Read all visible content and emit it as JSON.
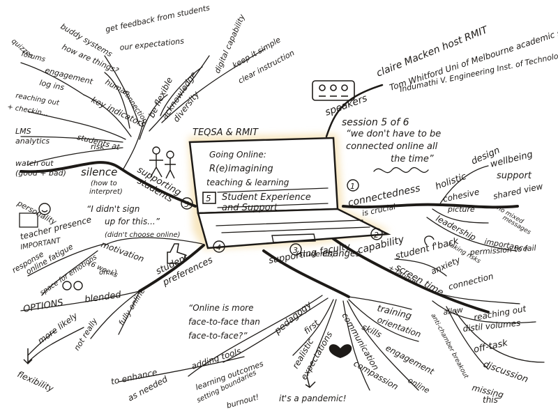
{
  "center": {
    "header": "TEQSA & RMIT",
    "line1": "Going Online:",
    "line2": "R(e)imagining",
    "line3": "teaching & learning",
    "session_number": "5",
    "topic_line1": "Student Experience",
    "topic_line2": "and Support"
  },
  "session": "session 5 of 6",
  "speakers": {
    "label": "speakers",
    "people": [
      "claire Macken host RMIT",
      "Tom Whitford Uni of Melbourne academic specialist",
      "Indumathi V. Engineering Inst. of Technology deputy dean"
    ]
  },
  "quotes": {
    "connected": [
      "“we don't have to be",
      "connected online all",
      "the time”"
    ],
    "didnt_sign": [
      "“I didn't sign",
      "up for this...”",
      "(didn't choose online)"
    ],
    "online_more": [
      "“Online is more",
      "face-to-face than",
      "face-to-face?”"
    ]
  },
  "branches": {
    "connectedness": {
      "number": "1",
      "label": "connectedness",
      "sublabel": "is crucial",
      "items": [
        "holistic",
        "design",
        "wellbeing",
        "support",
        "cohesive",
        "picture",
        "shared view",
        "no mixed",
        "messages",
        "leadership",
        "importance",
        "permission to fail",
        "taking risks"
      ]
    },
    "capability": {
      "number": "2",
      "label": "capability",
      "sublabel": "changes",
      "note": "(students)",
      "items": [
        "student f'back",
        "anxiety",
        "connection",
        "reaching out",
        "screen time",
        "+ fatigue",
        "allow",
        "distil volumes",
        "off-task",
        "discussion",
        "anti-chamber breakout",
        "missing",
        "this"
      ]
    },
    "supporting_faculty": {
      "number": "3",
      "label": "supporting faculty",
      "items": [
        "training",
        "orientation",
        "skills",
        "engagement",
        "online",
        "communication",
        "compassion",
        "realistic",
        "expectations",
        "it's a pandemic!",
        "pedagogy",
        "first",
        "adding tools",
        "to enhance",
        "as needed",
        "learning outcomes",
        "setting boundaries",
        "burnout!"
      ]
    },
    "student_preferences": {
      "number": "4",
      "label": "student",
      "label2": "preferences",
      "items": [
        "motivation",
        "(6 weeks",
        "on...)",
        "teacher presence",
        "IMPORTANT",
        "response",
        "online fatigue",
        "space for emotions",
        "personality",
        "OPTIONS",
        "blended",
        "fully online",
        "more likely",
        "not really",
        "flexibility"
      ]
    },
    "supporting_students": {
      "number": "5",
      "label": "supporting",
      "label2": "students",
      "items": [
        "silence",
        "(how to",
        "interpret)",
        "watch out",
        "(good + bad)",
        "LMS",
        "analytics",
        "students at",
        "risk",
        "reaching out",
        "+ checkin...",
        "key indicators",
        "log ins",
        "engagement",
        "forums",
        "quizzes",
        "human",
        "connection",
        "how are things?",
        "buddy systems",
        "our expectations",
        "get feedback from students",
        "be flexible",
        "acknowledge",
        "diversity",
        "digital capability",
        "keep it simple",
        "clear instruction"
      ]
    }
  }
}
